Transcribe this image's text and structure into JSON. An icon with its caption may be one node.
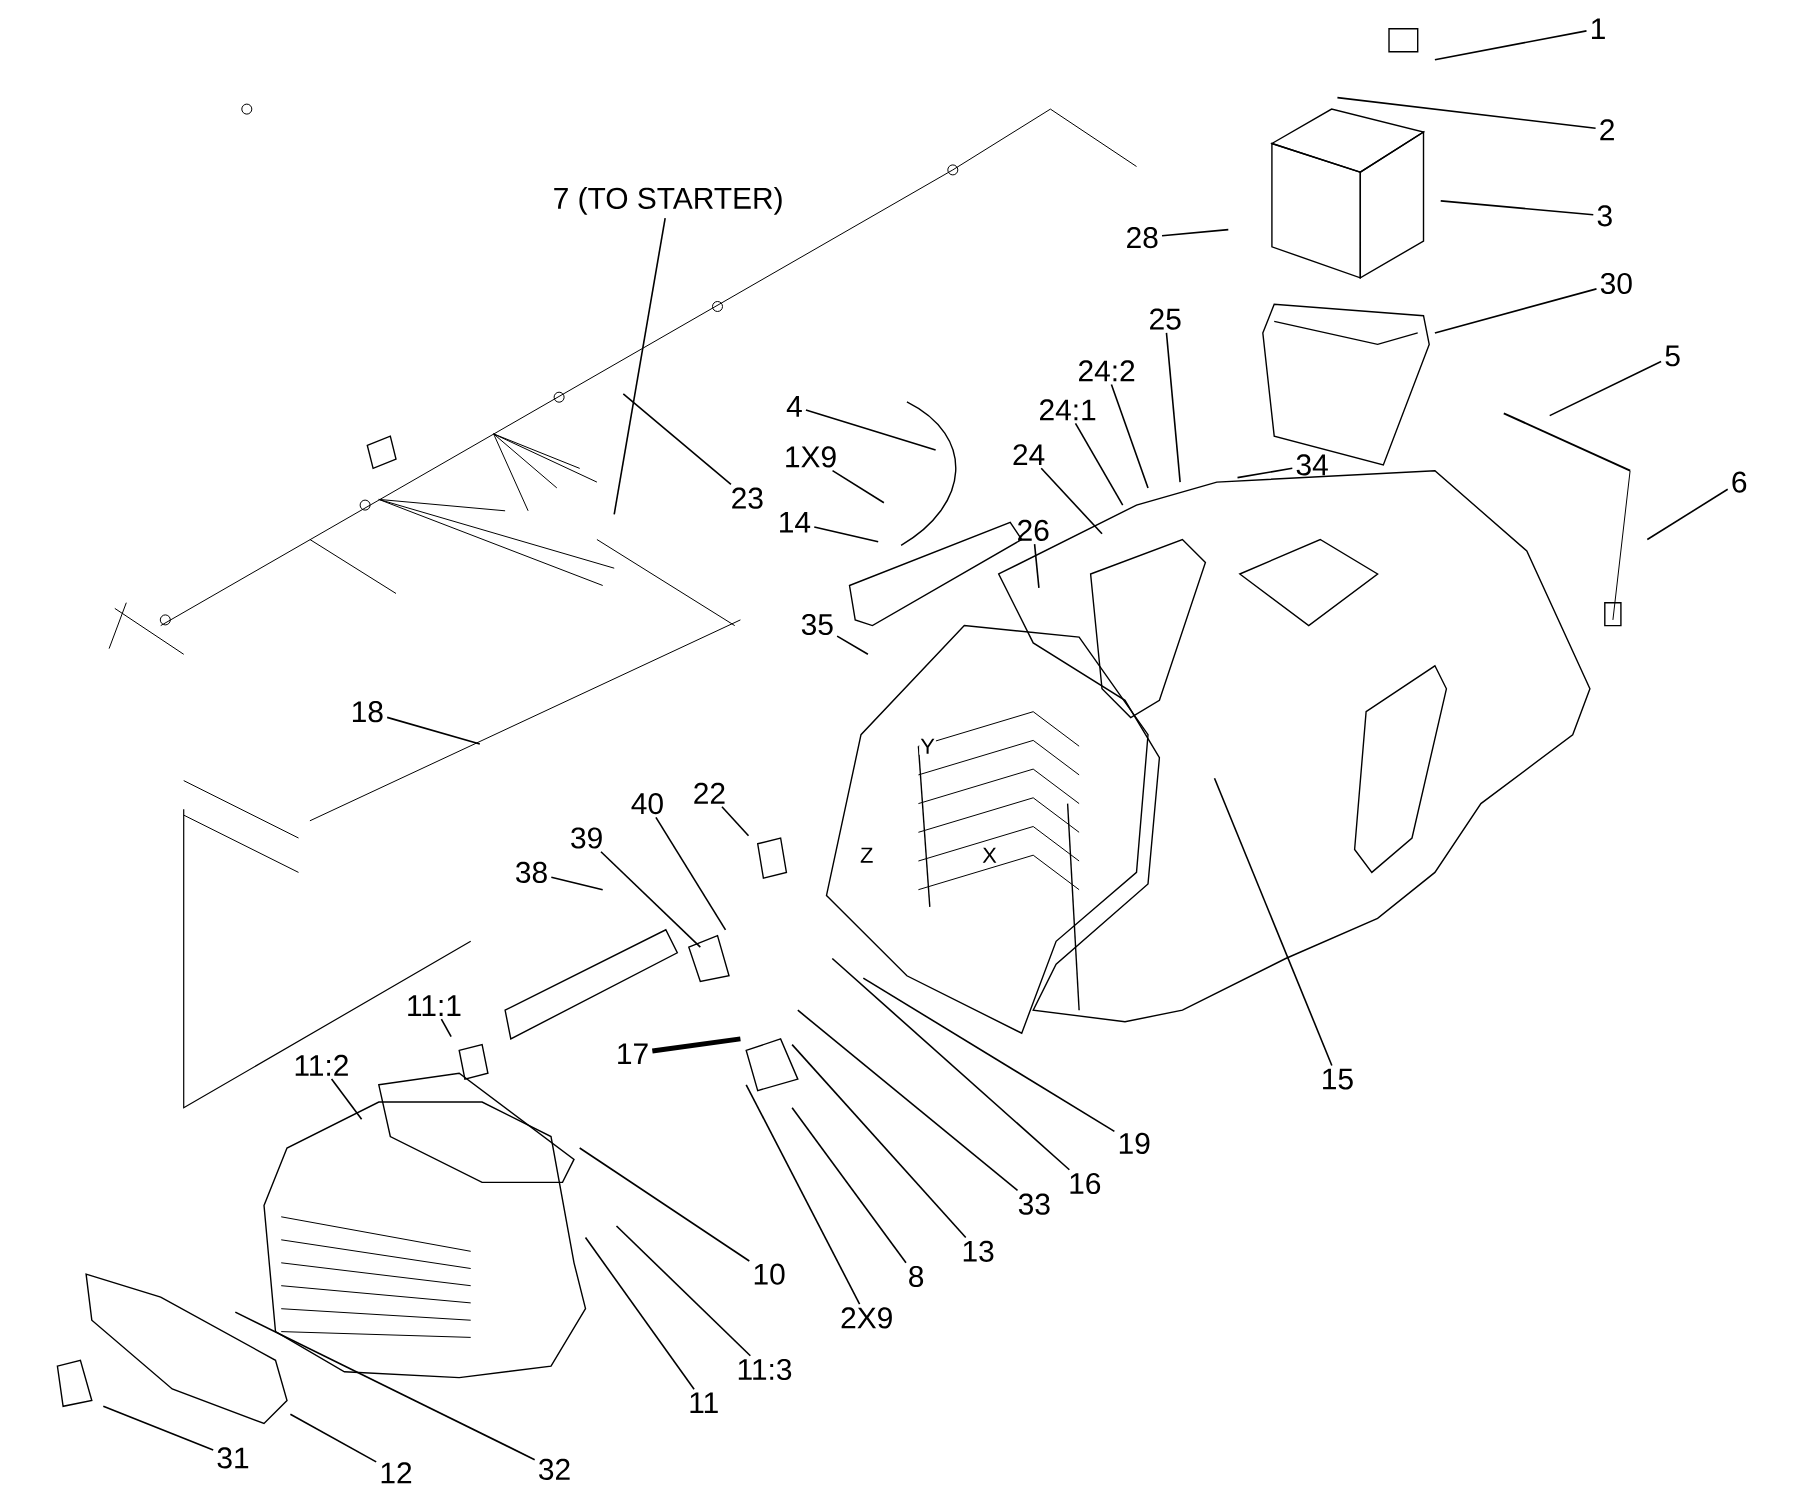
{
  "diagram": {
    "nodes": [
      {
        "text": [
          "1"
        ]
      },
      {
        "text": [
          "2"
        ]
      },
      {
        "text": [
          "3"
        ]
      },
      {
        "text": [
          "28"
        ]
      },
      {
        "text": [
          "30"
        ]
      },
      {
        "text": [
          "5"
        ]
      },
      {
        "text": [
          "6"
        ]
      },
      {
        "text": [
          "25"
        ]
      },
      {
        "text": [
          "24:2"
        ]
      },
      {
        "text": [
          "24:1"
        ]
      },
      {
        "text": [
          "24"
        ]
      },
      {
        "text": [
          "34"
        ]
      },
      {
        "text": [
          "4"
        ]
      },
      {
        "text": [
          "1X9"
        ]
      },
      {
        "text": [
          "14"
        ]
      },
      {
        "text": [
          "23"
        ]
      },
      {
        "text": [
          "7 (TO STARTER)"
        ]
      },
      {
        "text": [
          "26"
        ]
      },
      {
        "text": [
          "35"
        ]
      },
      {
        "text": [
          "18"
        ]
      },
      {
        "text": [
          "15"
        ]
      },
      {
        "text": [
          "22"
        ]
      },
      {
        "text": [
          "40"
        ]
      },
      {
        "text": [
          "39"
        ]
      },
      {
        "text": [
          "38"
        ]
      },
      {
        "text": [
          "11:1"
        ]
      },
      {
        "text": [
          "11:2"
        ]
      },
      {
        "text": [
          "17"
        ]
      },
      {
        "text": [
          "19"
        ]
      },
      {
        "text": [
          "16"
        ]
      },
      {
        "text": [
          "33"
        ]
      },
      {
        "text": [
          "13"
        ]
      },
      {
        "text": [
          "8"
        ]
      },
      {
        "text": [
          "2X9"
        ]
      },
      {
        "text": [
          "10"
        ]
      },
      {
        "text": [
          "11:3"
        ]
      },
      {
        "text": [
          "11"
        ]
      },
      {
        "text": [
          "32"
        ]
      },
      {
        "text": [
          "12"
        ]
      },
      {
        "text": [
          "31"
        ]
      }
    ],
    "edges": [
      {
        "from": 0,
        "to": null,
        "arrow": "none"
      },
      {
        "from": 1,
        "to": null,
        "arrow": "none"
      },
      {
        "from": 2,
        "to": null,
        "arrow": "none"
      },
      {
        "from": 3,
        "to": null,
        "arrow": "none"
      },
      {
        "from": 4,
        "to": null,
        "arrow": "none"
      },
      {
        "from": 5,
        "to": null,
        "arrow": "none"
      },
      {
        "from": 6,
        "to": null,
        "arrow": "none"
      },
      {
        "from": 7,
        "to": null,
        "arrow": "none"
      },
      {
        "from": 8,
        "to": null,
        "arrow": "none"
      },
      {
        "from": 9,
        "to": null,
        "arrow": "none"
      },
      {
        "from": 10,
        "to": null,
        "arrow": "none"
      },
      {
        "from": 11,
        "to": null,
        "arrow": "none"
      },
      {
        "from": 12,
        "to": null,
        "arrow": "none"
      },
      {
        "from": 13,
        "to": null,
        "arrow": "none"
      },
      {
        "from": 14,
        "to": null,
        "arrow": "none"
      },
      {
        "from": 15,
        "to": null,
        "arrow": "none"
      },
      {
        "from": 16,
        "to": null,
        "arrow": "none"
      },
      {
        "from": 17,
        "to": null,
        "arrow": "none"
      },
      {
        "from": 18,
        "to": null,
        "arrow": "none"
      },
      {
        "from": 19,
        "to": null,
        "arrow": "none"
      },
      {
        "from": 20,
        "to": null,
        "arrow": "none"
      },
      {
        "from": 21,
        "to": null,
        "arrow": "none"
      },
      {
        "from": 22,
        "to": null,
        "arrow": "none"
      },
      {
        "from": 23,
        "to": null,
        "arrow": "none"
      },
      {
        "from": 24,
        "to": null,
        "arrow": "none"
      },
      {
        "from": 25,
        "to": null,
        "arrow": "none"
      },
      {
        "from": 26,
        "to": null,
        "arrow": "none"
      },
      {
        "from": 27,
        "to": null,
        "arrow": "none",
        "style": "thick"
      },
      {
        "from": 28,
        "to": null,
        "arrow": "none"
      },
      {
        "from": 29,
        "to": null,
        "arrow": "none"
      },
      {
        "from": 30,
        "to": null,
        "arrow": "none"
      },
      {
        "from": 31,
        "to": null,
        "arrow": "none"
      },
      {
        "from": 32,
        "to": null,
        "arrow": "none"
      },
      {
        "from": 33,
        "to": null,
        "arrow": "none"
      },
      {
        "from": 34,
        "to": null,
        "arrow": "none"
      },
      {
        "from": 35,
        "to": null,
        "arrow": "none"
      },
      {
        "from": 36,
        "to": null,
        "arrow": "none"
      },
      {
        "from": 37,
        "to": null,
        "arrow": "none"
      },
      {
        "from": 38,
        "to": null,
        "arrow": "none"
      },
      {
        "from": 39,
        "to": null,
        "arrow": "none"
      }
    ],
    "labels": [
      "Y",
      "Z",
      "X"
    ]
  }
}
